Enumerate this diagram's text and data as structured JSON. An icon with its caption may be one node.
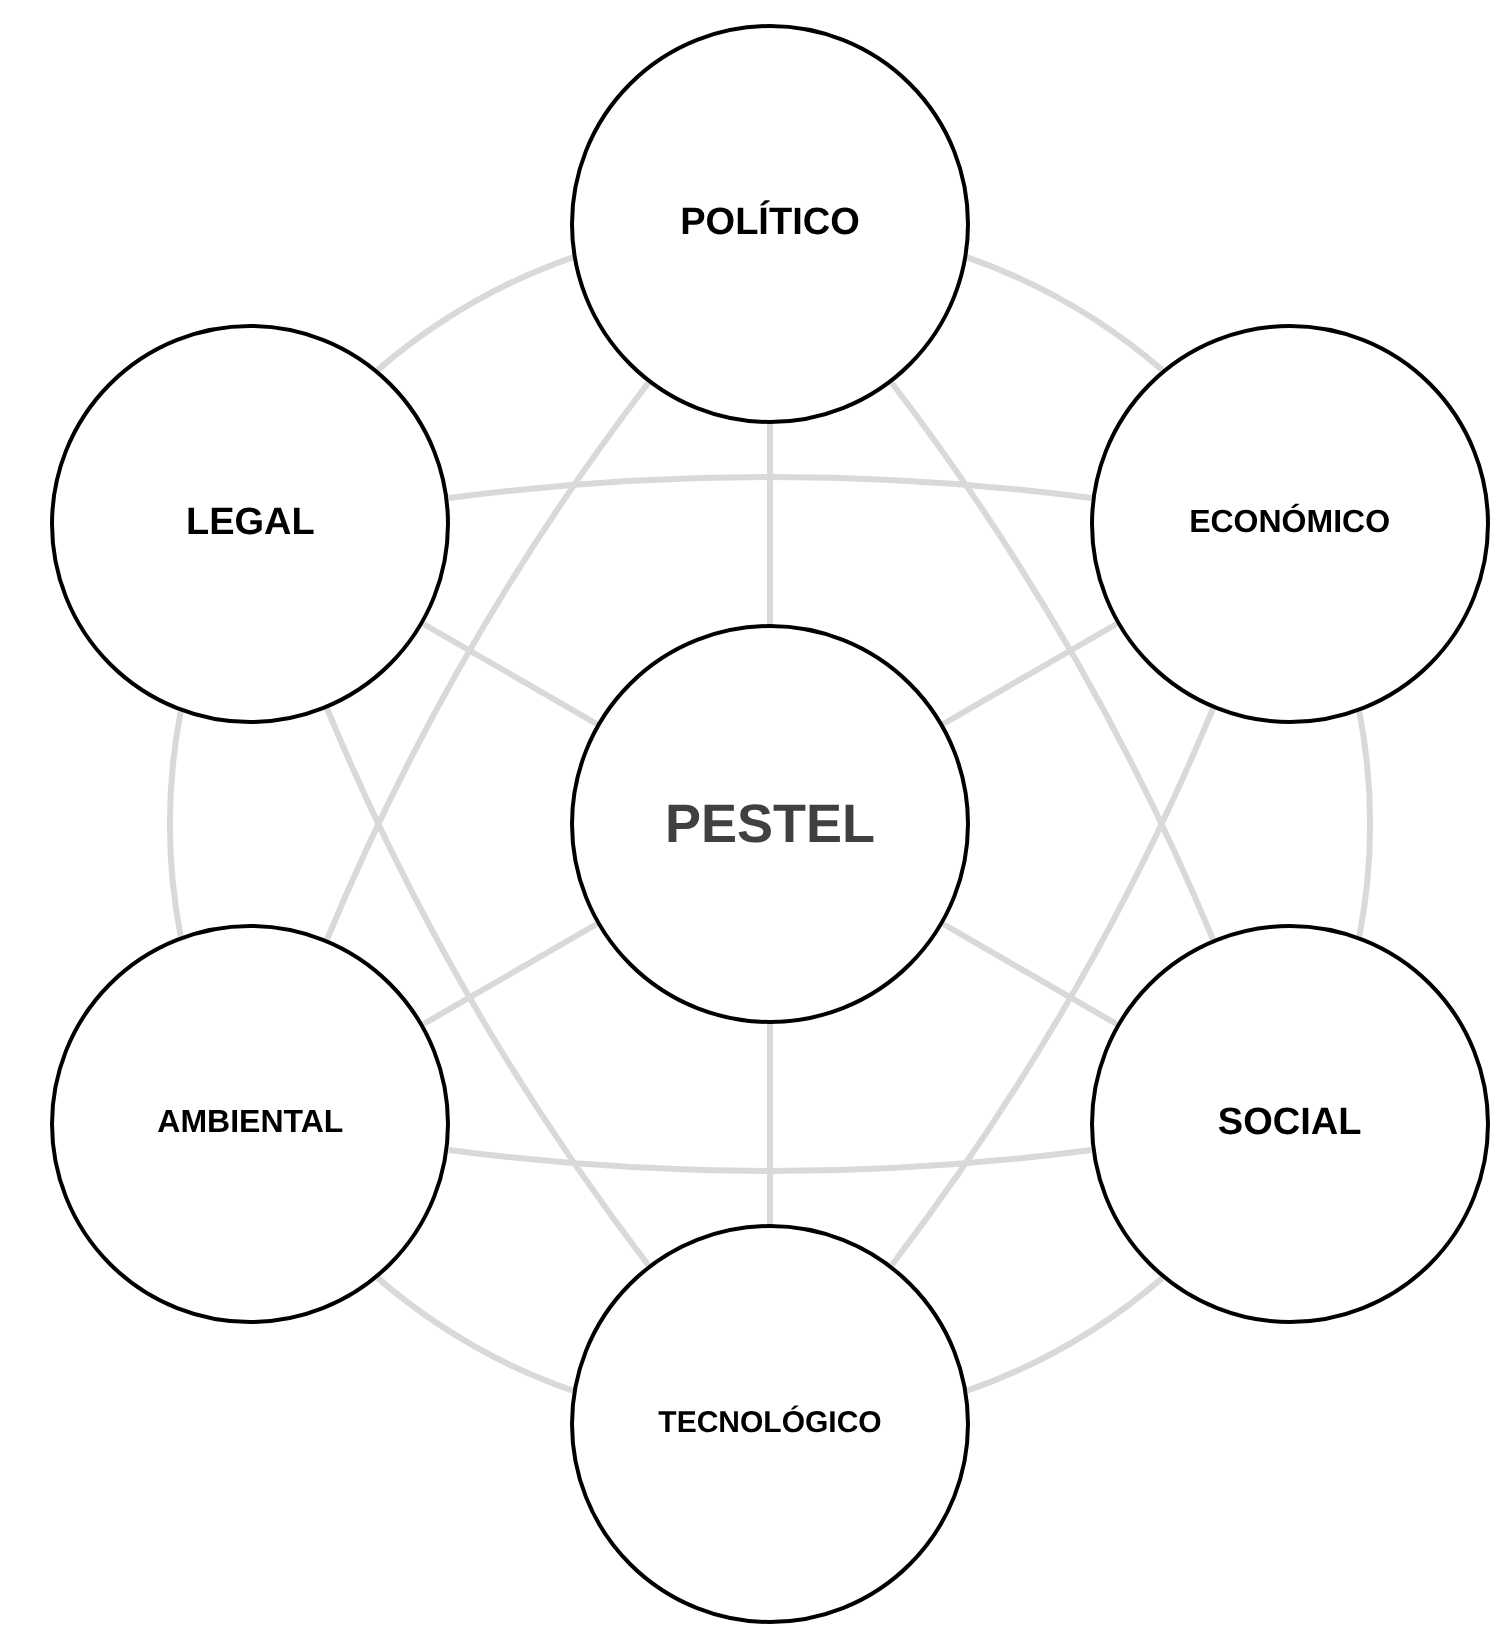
{
  "diagram": {
    "nodes": [
      {
        "text": [
          "POLÍTICO"
        ]
      },
      {
        "text": [
          "LEGAL"
        ]
      },
      {
        "text": [
          "ECONÓMICO"
        ]
      },
      {
        "text": [
          "PESTEL"
        ]
      },
      {
        "text": [
          "AMBIENTAL"
        ]
      },
      {
        "text": [
          "SOCIAL"
        ]
      },
      {
        "text": [
          "TECNOLÓGICO"
        ]
      }
    ],
    "edges": [
      {
        "from": 3,
        "to": 0,
        "arrow": "none"
      },
      {
        "from": 3,
        "to": 1,
        "arrow": "none"
      },
      {
        "from": 3,
        "to": 2,
        "arrow": "none"
      },
      {
        "from": 3,
        "to": 4,
        "arrow": "none"
      },
      {
        "from": 3,
        "to": 5,
        "arrow": "none"
      },
      {
        "from": 3,
        "to": 6,
        "arrow": "none"
      },
      {
        "from": 0,
        "to": 2,
        "arrow": "none"
      },
      {
        "from": 2,
        "to": 5,
        "arrow": "none"
      },
      {
        "from": 5,
        "to": 6,
        "arrow": "none"
      },
      {
        "from": 6,
        "to": 4,
        "arrow": "none"
      },
      {
        "from": 4,
        "to": 1,
        "arrow": "none"
      },
      {
        "from": 1,
        "to": 0,
        "arrow": "none"
      },
      {
        "from": 1,
        "to": 2,
        "arrow": "none"
      },
      {
        "from": 0,
        "to": 5,
        "arrow": "none"
      },
      {
        "from": 2,
        "to": 6,
        "arrow": "none"
      },
      {
        "from": 5,
        "to": 4,
        "arrow": "none"
      },
      {
        "from": 6,
        "to": 1,
        "arrow": "none"
      },
      {
        "from": 4,
        "to": 0,
        "arrow": "none"
      }
    ]
  }
}
